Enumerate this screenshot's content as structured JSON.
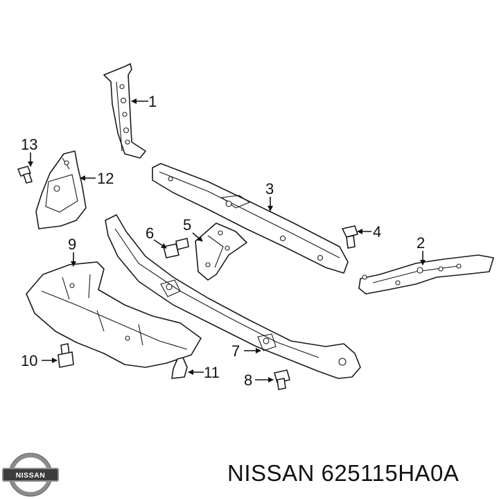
{
  "callouts": {
    "c1": "1",
    "c2": "2",
    "c3": "3",
    "c4": "4",
    "c5": "5",
    "c6": "6",
    "c7": "7",
    "c8": "8",
    "c9": "9",
    "c10": "10",
    "c11": "11",
    "c12": "12",
    "c13": "13"
  },
  "logo": {
    "brand_text": "NISSAN"
  },
  "caption": {
    "text": "NISSAN 625115HA0A"
  },
  "colors": {
    "line": "#1a1a1a",
    "logo_gray": "#8c8c8c",
    "logo_dark": "#3d3d3d"
  }
}
